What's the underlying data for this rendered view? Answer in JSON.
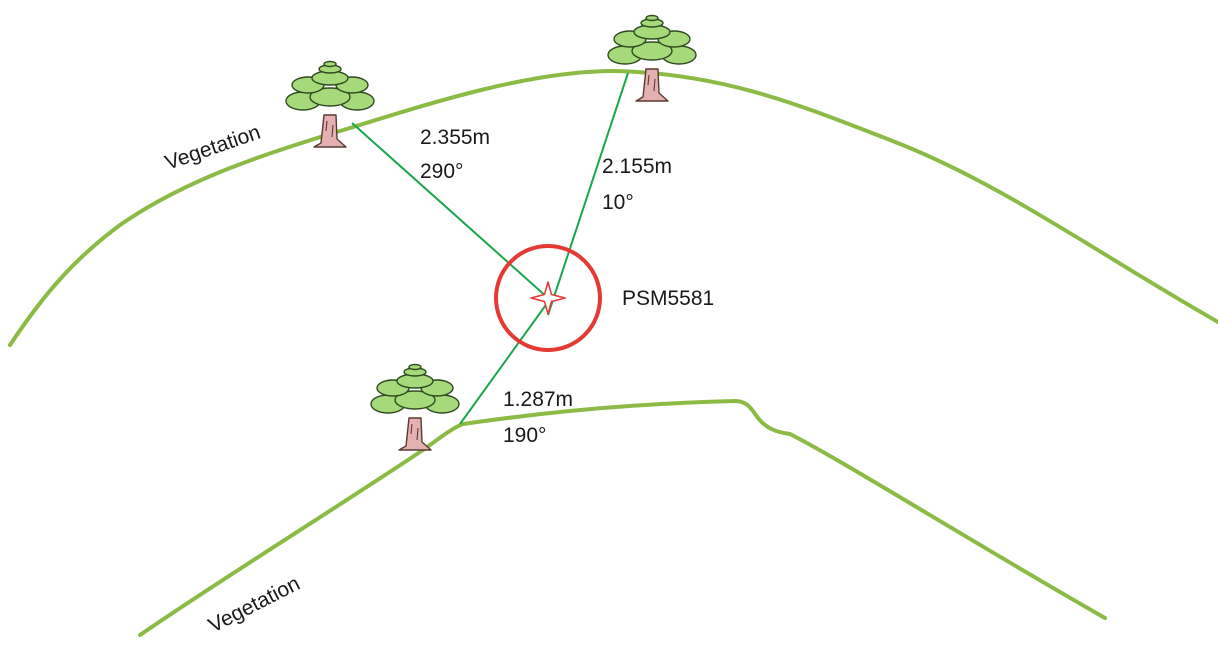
{
  "mark": {
    "id": "PSM5581",
    "ring_color": "#e53935"
  },
  "vegetation_labels": [
    "Vegetation",
    "Vegetation"
  ],
  "measurements": [
    {
      "distance": "2.355m",
      "bearing": "290°"
    },
    {
      "distance": "2.155m",
      "bearing": "10°"
    },
    {
      "distance": "1.287m",
      "bearing": "190°"
    }
  ],
  "colors": {
    "vegetation_line": "#8bbb45",
    "survey_line": "#1aa64a",
    "tree_canopy": "#a6d97a",
    "tree_trunk": "#e4b0b2"
  }
}
